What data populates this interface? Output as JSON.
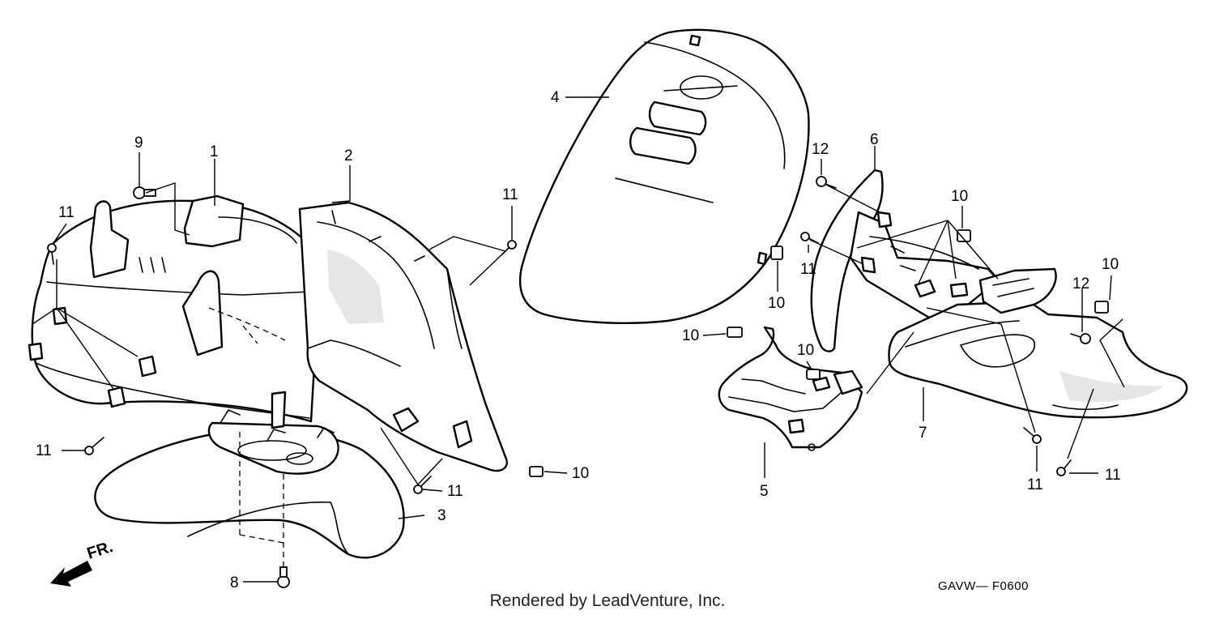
{
  "diagram": {
    "diagram_code": "GAVW— F0600",
    "direction_label": "FR.",
    "credit": "Rendered by LeadVenture, Inc.",
    "callouts": {
      "c1": "1",
      "c2": "2",
      "c3": "3",
      "c4": "4",
      "c5": "5",
      "c6": "6",
      "c7": "7",
      "c8": "8",
      "c9": "9",
      "c10a": "10",
      "c10b": "10",
      "c10c": "10",
      "c10d": "10",
      "c10e": "10",
      "c10f": "10",
      "c11a": "11",
      "c11b": "11",
      "c11c": "11",
      "c11d": "11",
      "c11e": "11",
      "c11f": "11",
      "c11g": "11",
      "c12a": "12",
      "c12b": "12"
    }
  }
}
